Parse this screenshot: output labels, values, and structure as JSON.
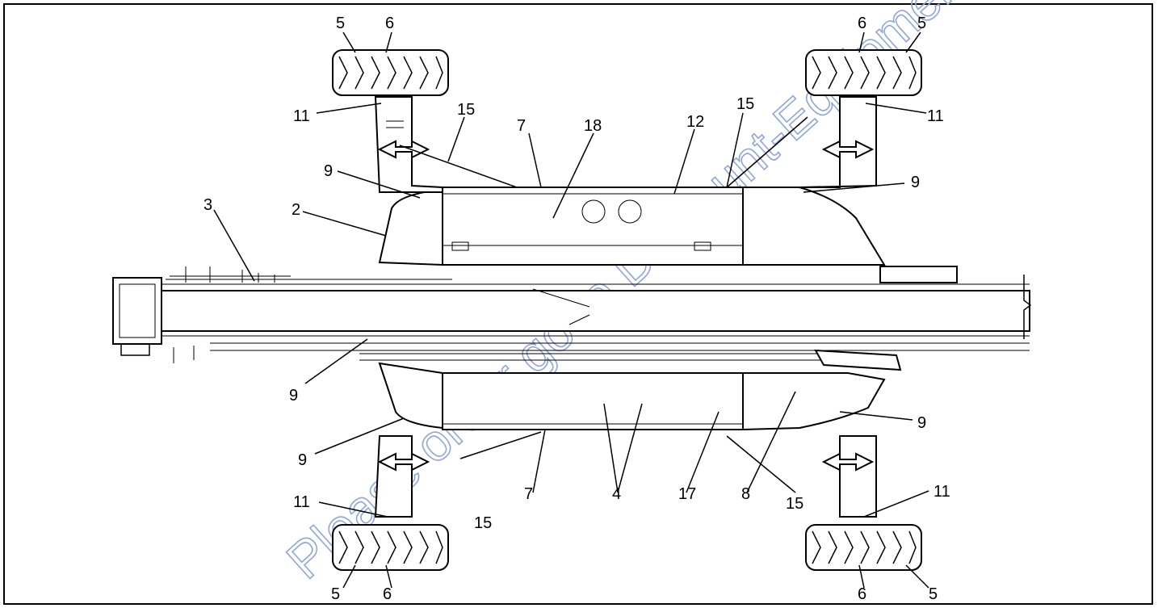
{
  "watermark": "Please order go to Discount-Equipment",
  "callouts": {
    "tl_5": "5",
    "tl_6": "6",
    "tr_6": "6",
    "tr_5": "5",
    "tl_11": "11",
    "tl_15": "15",
    "top_7": "7",
    "top_18": "18",
    "top_12": "12",
    "tr_15": "15",
    "tr_11": "11",
    "tl_9": "9",
    "tr_9": "9",
    "lbl_3": "3",
    "lbl_2": "2",
    "mid_9": "9",
    "bl_9": "9",
    "br_9": "9",
    "bot_7": "7",
    "bot_4": "4",
    "bot_17": "17",
    "bot_8": "8",
    "bl_15": "15",
    "br_15": "15",
    "bl_11": "11",
    "br_11": "11",
    "bl_5": "5",
    "bl_6": "6",
    "br_6": "6",
    "br_5": "5"
  }
}
